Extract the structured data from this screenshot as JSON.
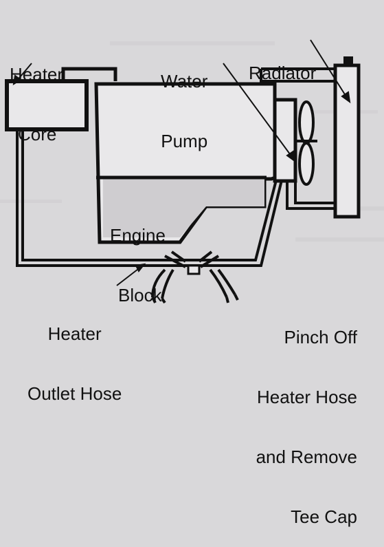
{
  "labels": {
    "heater_core": [
      "Heater",
      "Core"
    ],
    "water_pump": [
      "Water",
      "Pump"
    ],
    "radiator": "Radiator",
    "engine_block": [
      "Engine",
      "Block"
    ],
    "heater_outlet_hose": [
      "Heater",
      "Outlet Hose"
    ],
    "pinch_off": [
      "Pinch Off",
      "Heater Hose",
      "and Remove",
      "Tee Cap"
    ]
  },
  "colors": {
    "background": "#d9d8da",
    "ink": "#111111",
    "panel": "#e9e8ea"
  }
}
